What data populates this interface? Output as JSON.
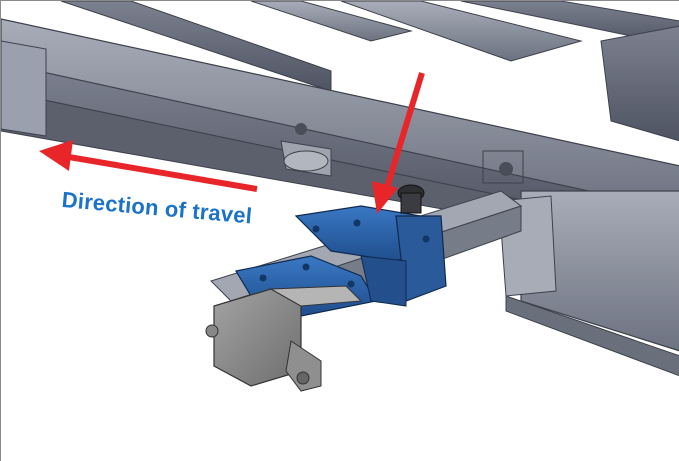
{
  "annotation": {
    "label": "Direction of travel",
    "label_color": "#1a73c9",
    "arrow_color": "#e8262a"
  },
  "colors": {
    "frame_steel": "#8a8f9d",
    "frame_dark": "#5f6472",
    "bracket_blue": "#2d63a8",
    "hitch_gray": "#8b8b8b"
  },
  "parts": [
    "chassis-frame",
    "cross-member",
    "spare-tire-carrier-bracket",
    "receiver-tube",
    "hitch-mount"
  ]
}
